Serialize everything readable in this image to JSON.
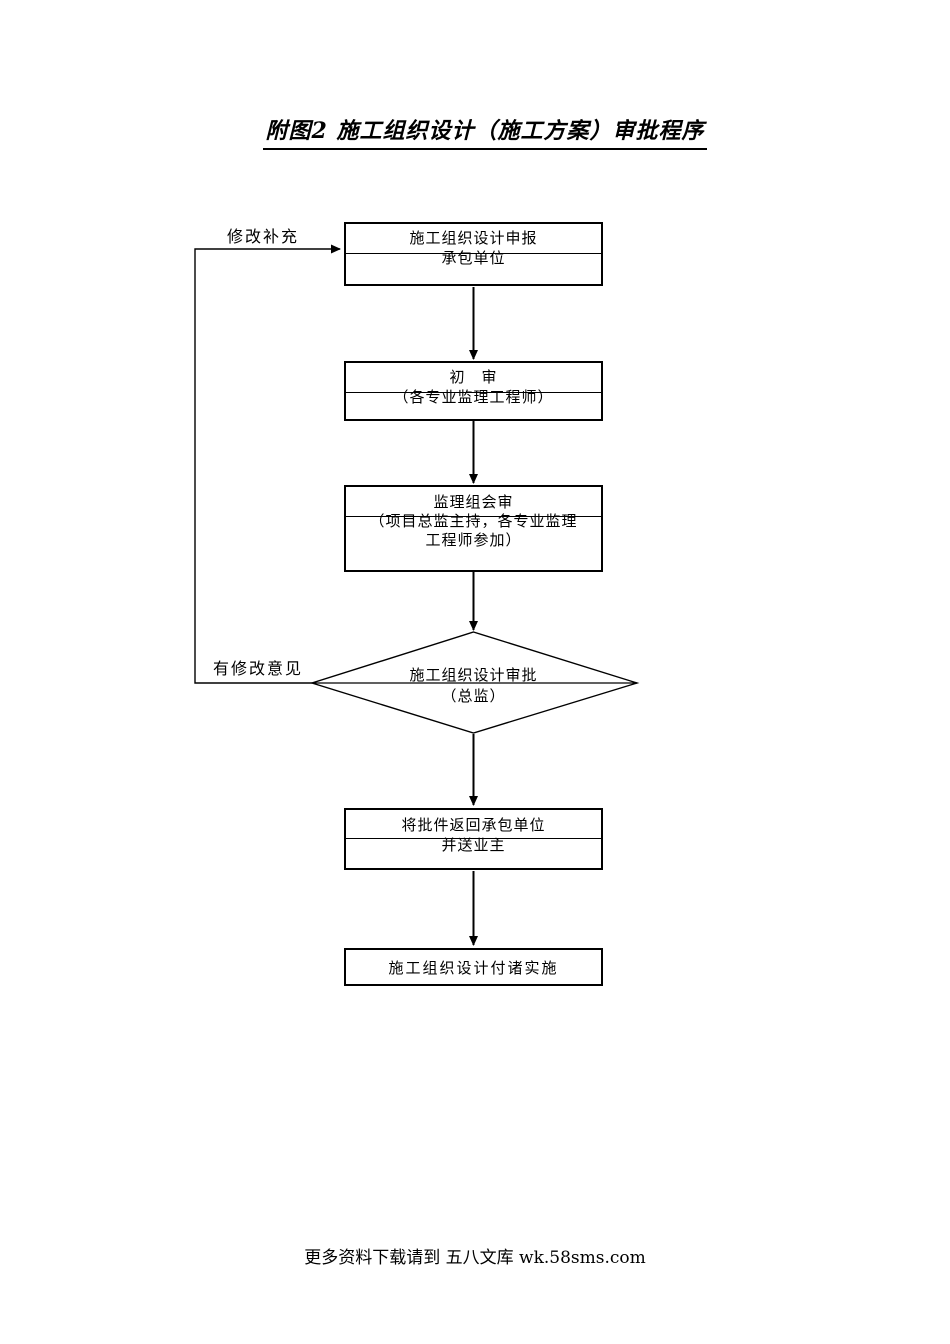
{
  "document": {
    "title": "附图2  施工组织设计（施工方案）审批程序",
    "footer": "更多资料下载请到 五八文库 wk.58sms.com"
  },
  "flowchart": {
    "edge_labels": {
      "modify_supplement": "修改补充",
      "has_comments": "有修改意见"
    },
    "nodes": {
      "declaration": {
        "line1": "施工组织设计申报",
        "line2": "承包单位"
      },
      "initial_review": {
        "line1": "初　审",
        "line2": "（各专业监理工程师）"
      },
      "joint_review": {
        "line1": "监理组会审",
        "line2": "（项目总监主持，各专业监理",
        "line3": "工程师参加）"
      },
      "approval_decision": {
        "line1": "施工组织设计审批",
        "line2": "（总监）"
      },
      "return_to_contractor": {
        "line1": "将批件返回承包单位",
        "line2": "并送业主"
      },
      "implementation": {
        "line1": "施工组织设计付诸实施"
      }
    },
    "colors": {
      "line": "#000000",
      "background": "#ffffff"
    }
  }
}
